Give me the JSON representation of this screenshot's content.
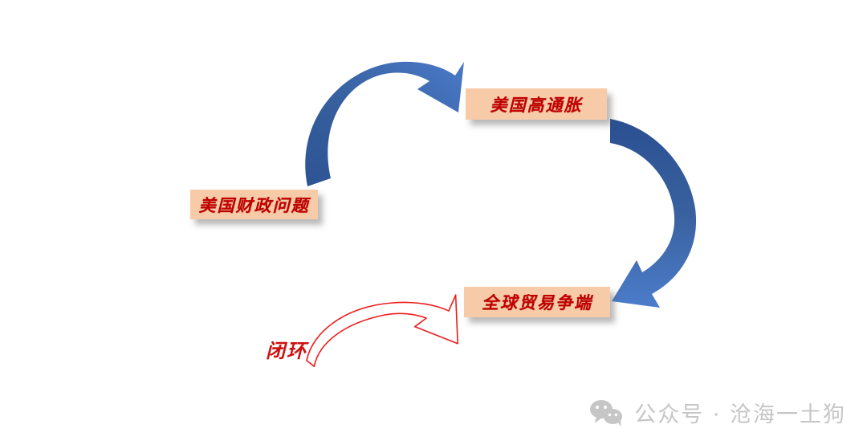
{
  "diagram": {
    "type": "cycle-loop",
    "nodes": [
      {
        "id": "inflation",
        "label": "美国高通胀"
      },
      {
        "id": "trade",
        "label": "全球贸易争端"
      },
      {
        "id": "fiscal",
        "label": "美国财政问题"
      }
    ],
    "annotations": [
      {
        "id": "loop",
        "label": "闭环"
      }
    ],
    "connectors": [
      {
        "id": "fiscal-to-inflation",
        "from": "fiscal",
        "to": "inflation",
        "style": "blue-block-arrow",
        "color": "#2f5597"
      },
      {
        "id": "inflation-to-trade",
        "from": "inflation",
        "to": "trade",
        "style": "blue-block-arrow",
        "color": "#4472c4"
      },
      {
        "id": "trade-to-fiscal",
        "from": "trade",
        "to": "fiscal",
        "style": "red-outline-arrow",
        "color": "#ee1c1c"
      }
    ],
    "colors": {
      "node_fill": "#f7cba8",
      "node_text": "#c00000",
      "arrow_blue_dark": "#2f5597",
      "arrow_blue_light": "#4472c4",
      "arrow_red": "#ee1c1c",
      "watermark": "#c6c6c6",
      "background": "#ffffff"
    }
  },
  "watermark": {
    "icon": "wechat-icon",
    "text": "公众号 · 沧海一土狗"
  }
}
